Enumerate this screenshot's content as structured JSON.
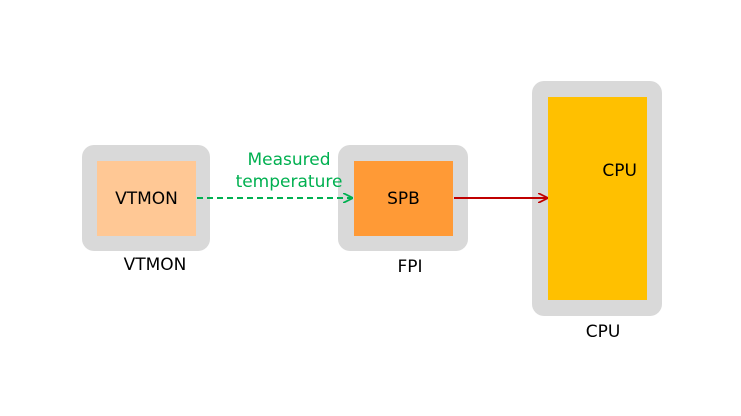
{
  "diagram": {
    "nodes": {
      "vtmon": {
        "inner_label": "VTMON",
        "caption": "VTMON",
        "fill": "#ffc895"
      },
      "fpi": {
        "inner_label": "SPB",
        "caption": "FPI",
        "fill": "#ff9a36"
      },
      "cpu": {
        "inner_label": "CPU",
        "caption": "CPU",
        "fill": "#ffc000"
      }
    },
    "edges": [
      {
        "from": "vtmon",
        "to": "fpi",
        "style": "dashed",
        "color": "#00b050",
        "label_lines": [
          "Measured",
          "temperature"
        ]
      },
      {
        "from": "fpi",
        "to": "cpu",
        "style": "solid",
        "color": "#c00000"
      }
    ],
    "frame_color": "#d9d9d9"
  }
}
